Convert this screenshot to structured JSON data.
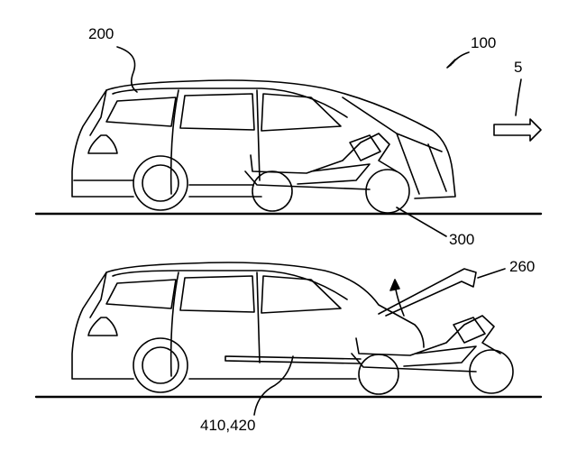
{
  "figure": {
    "labels": {
      "system": "100",
      "vehicle": "200",
      "direction": "5",
      "motorcycle": "300",
      "hood": "260",
      "rails": "410,420"
    }
  }
}
